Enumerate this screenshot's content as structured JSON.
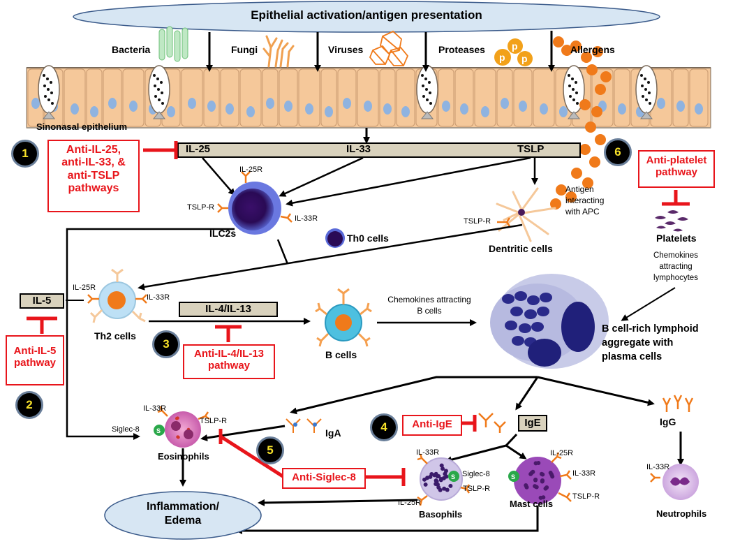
{
  "top_banner": "Epithelial activation/antigen presentation",
  "triggers": {
    "bacteria": "Bacteria",
    "fungi": "Fungi",
    "viruses": "Viruses",
    "proteases": "Proteases",
    "allergens": "Allergens",
    "protease_glyph": "p"
  },
  "epithelium_label": "Sinonasal epithelium",
  "cytokine_bar": {
    "il25": "IL-25",
    "il33": "IL-33",
    "tslp": "TSLP"
  },
  "numbers": {
    "n1": "1",
    "n2": "2",
    "n3": "3",
    "n4": "4",
    "n5": "5",
    "n6": "6"
  },
  "red_boxes": {
    "anti_il25_l1": "Anti-IL-25,",
    "anti_il25_l2": "anti-IL-33, &",
    "anti_il25_l3": "anti-TSLP",
    "anti_il25_l4": "pathways",
    "anti_platelet_l1": "Anti-platelet",
    "anti_platelet_l2": "pathway",
    "anti_il5_l1": "Anti-IL-5",
    "anti_il5_l2": "pathway",
    "anti_il413_l1": "Anti-IL-4/IL-13",
    "anti_il413_l2": "pathway",
    "anti_ige": "Anti-IgE",
    "anti_siglec8": "Anti-Siglec-8"
  },
  "tan_boxes": {
    "il5": "IL-5",
    "il413": "IL-4/IL-13",
    "ige": "IgE"
  },
  "receptors": {
    "il25r": "IL-25R",
    "tslpr": "TSLP-R",
    "il33r": "IL-33R",
    "siglec8": "Siglec-8",
    "s_glyph": "S"
  },
  "cells": {
    "ilc2s": "ILC2s",
    "th0": "Th0 cells",
    "dentritic": "Dentritic cells",
    "platelets": "Platelets",
    "th2": "Th2 cells",
    "b_cells": "B cells",
    "eosinophils": "Eosinophils",
    "basophils": "Basophils",
    "mast": "Mast cells",
    "neutrophils": "Neutrophils",
    "iga": "IgA",
    "igg": "IgG"
  },
  "notes": {
    "antigen_l1": "Antigen",
    "antigen_l2": "interacting",
    "antigen_l3": "with APC",
    "chemo_lymph_l1": "Chemokines",
    "chemo_lymph_l2": "attracting",
    "chemo_lymph_l3": "lymphocytes",
    "chemo_b_l1": "Chemokines attracting",
    "chemo_b_l2": "B cells",
    "aggregate_l1": "B cell-rich lymphoid",
    "aggregate_l2": "aggregate with",
    "aggregate_l3": "plasma cells"
  },
  "outcome_l1": "Inflammation/",
  "outcome_l2": "Edema",
  "colors": {
    "red": "#e8151b",
    "tan": "#d9d2bd",
    "epithelium": "#f5c89a",
    "nucleus": "#8fb3e0",
    "orange": "#f07a1a",
    "ilc2": "#3d1a6e",
    "outcome_fill": "#d7e6f3",
    "number_text": "#f7e12a"
  }
}
